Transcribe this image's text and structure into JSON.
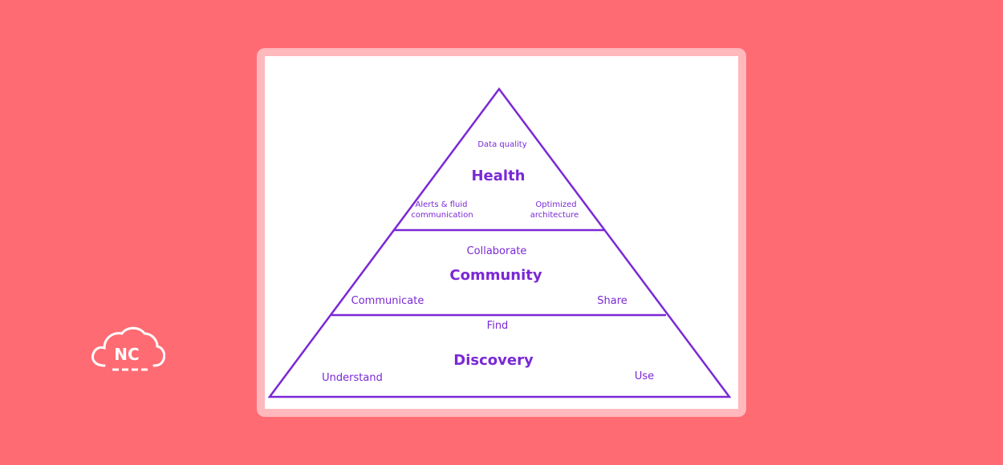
{
  "colors": {
    "background": "#ff6b73",
    "frame": "#ffb8bc",
    "panel": "#ffffff",
    "accent": "#7a28d6",
    "logo": "#ffffff"
  },
  "logo": {
    "icon": "cloud-icon",
    "text": "NC"
  },
  "pyramid": {
    "levels": [
      {
        "title": "Health",
        "items": {
          "top": "Data quality",
          "left": [
            "Alerts & fluid",
            "communication"
          ],
          "right": [
            "Optimized",
            "architecture"
          ]
        }
      },
      {
        "title": "Community",
        "items": {
          "top": "Collaborate",
          "left": "Communicate",
          "right": "Share"
        }
      },
      {
        "title": "Discovery",
        "items": {
          "top": "Find",
          "left": "Understand",
          "right": "Use"
        }
      }
    ]
  }
}
